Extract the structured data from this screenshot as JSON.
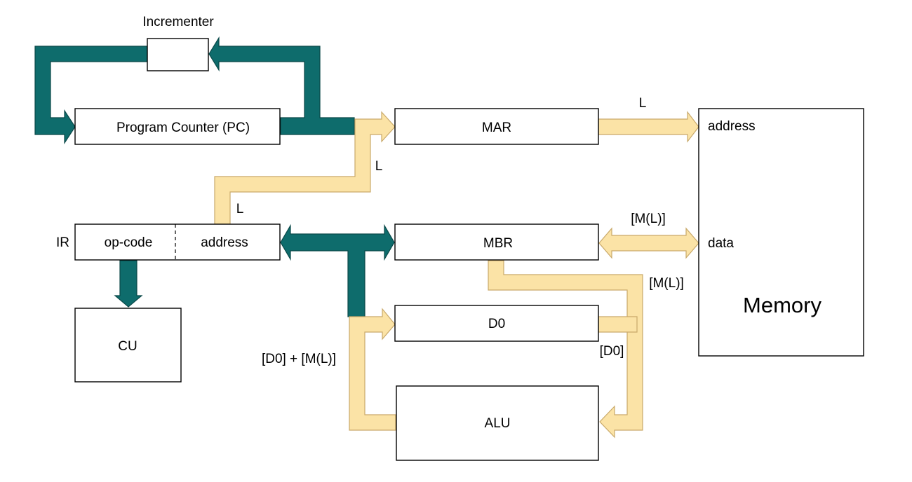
{
  "components": {
    "incrementer": "Incrementer",
    "pc": "Program Counter (PC)",
    "mar": "MAR",
    "mbr": "MBR",
    "ir_prefix": "IR",
    "ir_opcode": "op-code",
    "ir_address": "address",
    "cu": "CU",
    "d0": "D0",
    "alu": "ALU",
    "memory": "Memory",
    "mem_address": "address",
    "mem_data": "data"
  },
  "bus_labels": {
    "mar_to_memory": "L",
    "ir_to_mar_upper": "L",
    "ir_to_mar_lower": "L",
    "memory_to_mbr": "[M(L)]",
    "mbr_to_alu": "[M(L)]",
    "d0_to_alu": "[D0]",
    "alu_to_d0": "[D0] + [M(L)]"
  },
  "colors": {
    "teal_bus": "#0e6c6c",
    "buff_bus": "#fbe3a6"
  }
}
